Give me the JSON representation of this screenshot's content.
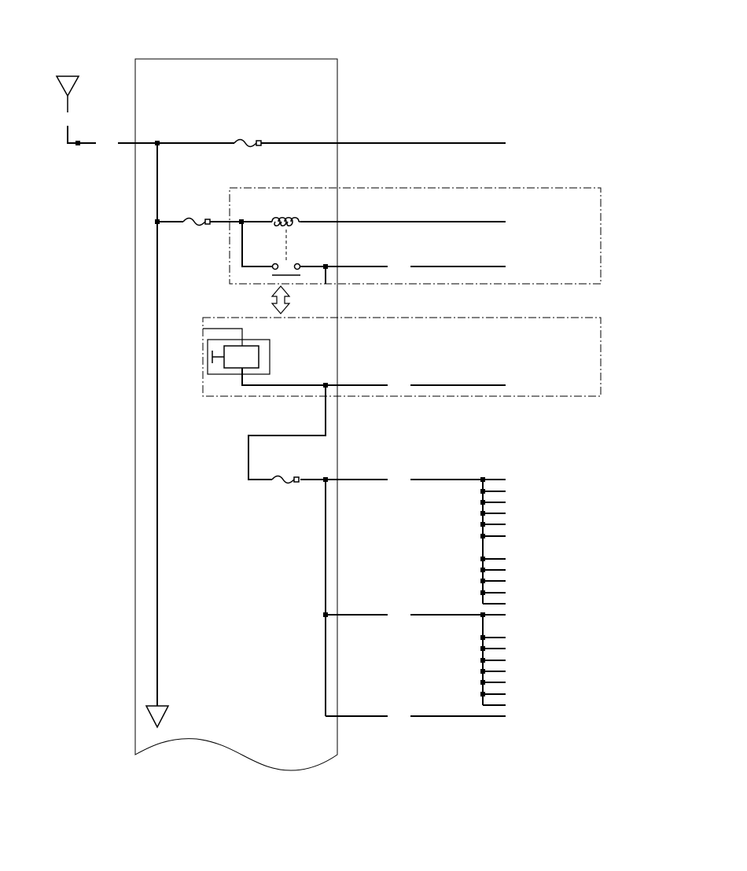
{
  "diagram": {
    "kind": "wiring-schematic",
    "labels": [],
    "colors": {
      "line": "#000000",
      "background": "#ffffff"
    },
    "components": [
      {
        "id": "power-source",
        "icon": "antenna-triangle-icon"
      },
      {
        "id": "ground",
        "icon": "ground-triangle-icon"
      },
      {
        "id": "fuse-main",
        "icon": "fuse-icon"
      },
      {
        "id": "fuse-relay",
        "icon": "fuse-icon"
      },
      {
        "id": "fuse-load",
        "icon": "fuse-icon"
      },
      {
        "id": "relay-coil",
        "icon": "coil-icon"
      },
      {
        "id": "relay-switch",
        "icon": "switch-contact-icon"
      },
      {
        "id": "control-module",
        "icon": "module-box-icon"
      },
      {
        "id": "exchange-arrow",
        "icon": "double-arrow-icon"
      }
    ]
  }
}
